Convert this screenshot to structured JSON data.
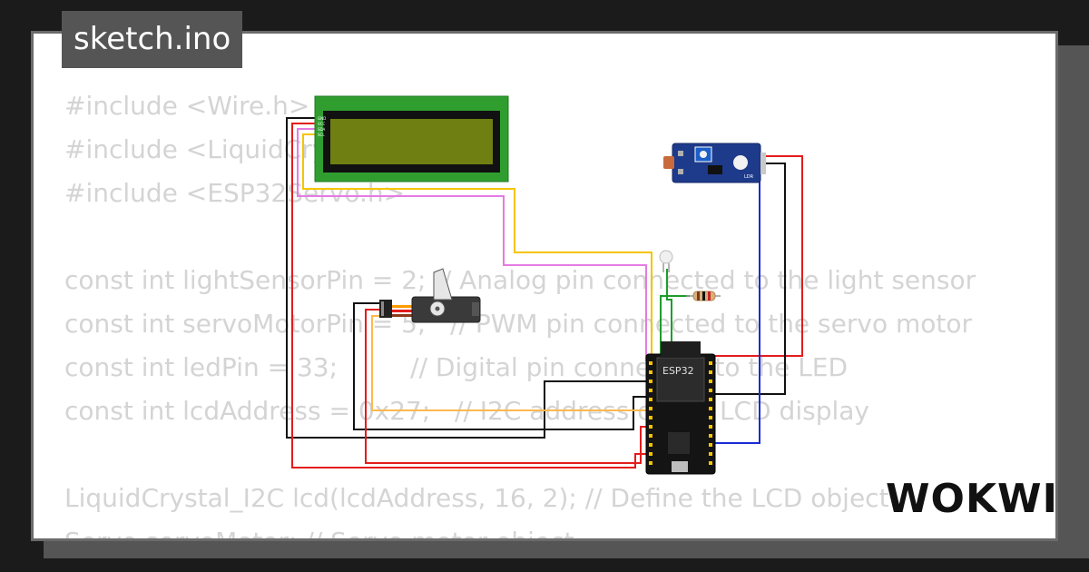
{
  "title": "sketch.ino",
  "logo_text": "WOKWI",
  "code_lines": [
    "#include <Wire.h>",
    "#include <LiquidCrystal_I2C.h>",
    "#include <ESP32Servo.h>",
    "",
    "const int lightSensorPin = 2; // Analog pin connected to the light sensor",
    "const int servoMotorPin = 5;   // PWM pin connected to the servo motor",
    "const int ledPin = 33;         // Digital pin connected to the LED",
    "const int lcdAddress = 0x27;   // I2C address of the LCD display",
    "",
    "LiquidCrystal_I2C lcd(lcdAddress, 16, 2); // Define the LCD object",
    "Servo servoMotor; // Servo motor object"
  ],
  "components": {
    "lcd_pins": [
      "GND",
      "VCC",
      "SDA",
      "SCL"
    ],
    "esp32_label": "ESP32",
    "sensor_label": "LDR"
  },
  "colors": {
    "background": "#1b1b1b",
    "frame_border": "#6b6b6b",
    "code_text": "#d4d4d4",
    "lcd_board": "#2f9e2f",
    "lcd_screen": "#6f7f12",
    "wire_red": "#e31c1c",
    "wire_black": "#111111",
    "wire_yellow": "#f5c400",
    "wire_pink": "#e47be4",
    "wire_blue": "#1a2bd6",
    "wire_green": "#1f9d2b",
    "wire_orange": "#ff9a00"
  }
}
